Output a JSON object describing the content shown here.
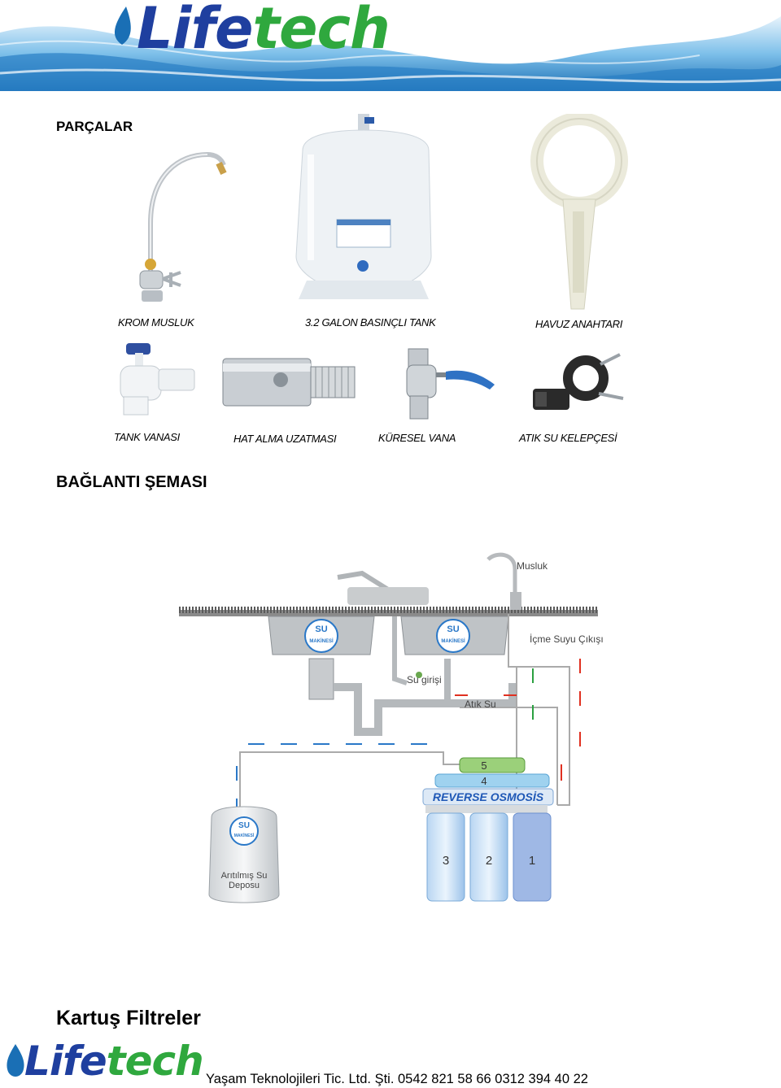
{
  "header": {
    "logo_part1": "Life",
    "logo_part2": "tech"
  },
  "parts": {
    "title": "PARÇALAR",
    "items": [
      {
        "label": "KROM MUSLUK"
      },
      {
        "label": "3.2 GALON BASINÇLI TANK"
      },
      {
        "label": "HAVUZ ANAHTARI"
      },
      {
        "label": "TANK VANASI"
      },
      {
        "label": "HAT ALMA UZATMASI"
      },
      {
        "label": "KÜRESEL VANA"
      },
      {
        "label": "ATIK  SU KELEPÇESİ"
      }
    ]
  },
  "diagram": {
    "title": "BAĞLANTI ŞEMASI",
    "labels": {
      "faucet": "Musluk",
      "drink_outlet": "İçme Suyu Çıkışı",
      "water_inlet": "Su girişi",
      "waste": "Atık Su",
      "sink_brand_1": "SU",
      "sink_brand_2": "MAKİNESİ",
      "unit_name": "REVERSE OSMOSİS",
      "tank_line1": "Arıtılmış Su",
      "tank_line2": "Deposu",
      "stage5": "5",
      "stage4": "4",
      "stage3": "3",
      "stage2": "2",
      "stage1": "1"
    }
  },
  "filters": {
    "title": "Kartuş Filtreler"
  },
  "footer": {
    "logo_part1": "Life",
    "logo_part2": "tech",
    "company_info": "Yaşam Teknolojileri Tic. Ltd. Şti. 0542 821 58 66 0312 394 40 22"
  },
  "colors": {
    "brand_blue": "#1f3f9f",
    "brand_green": "#2fa83e",
    "water_blue": "#2a78c8",
    "arrow_red": "#e03020",
    "arrow_green": "#2aa040"
  }
}
